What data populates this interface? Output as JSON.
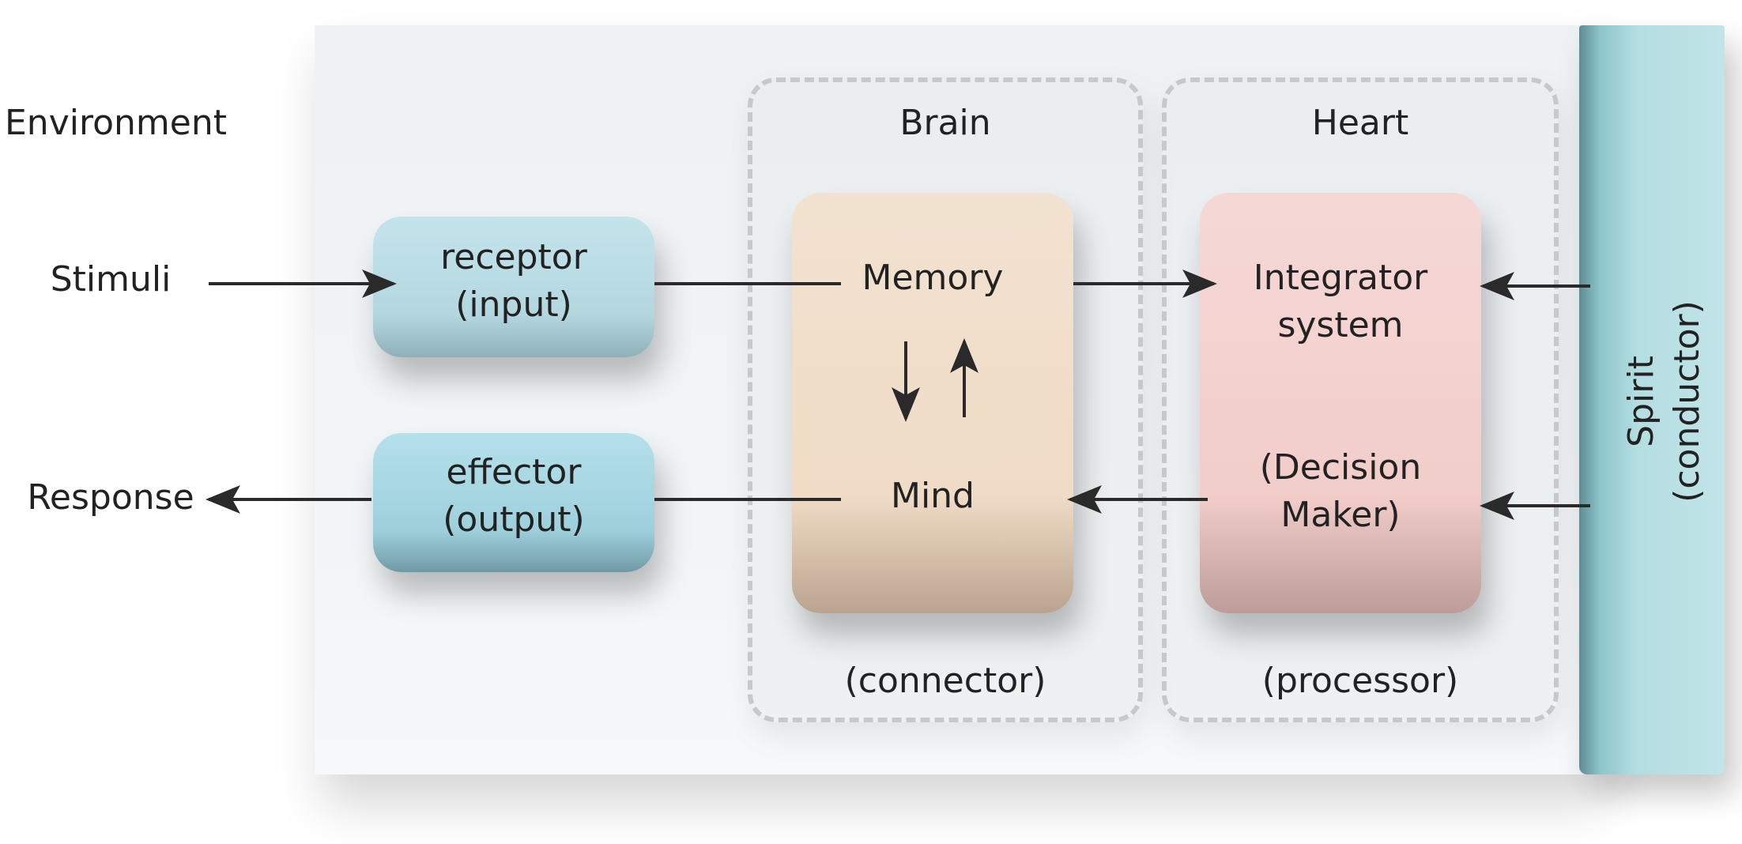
{
  "environment": {
    "label": "Environment"
  },
  "left_labels": {
    "stimuli": "Stimuli",
    "response": "Response"
  },
  "receptor": {
    "line1": "receptor",
    "line2": "(input)"
  },
  "effector": {
    "line1": "effector",
    "line2": "(output)"
  },
  "brain": {
    "title": "Brain",
    "memory": "Memory",
    "mind": "Mind",
    "subtitle": "(connector)"
  },
  "heart": {
    "title": "Heart",
    "integrator_line1": "Integrator",
    "integrator_line2": "system",
    "decision_line1": "(Decision",
    "decision_line2": "Maker)",
    "subtitle": "(processor)"
  },
  "spirit": {
    "line1": "Spirit",
    "line2": "(conductor)"
  },
  "colors": {
    "receptor_fill": "#b9dbe3",
    "effector_fill": "#a6d5e0",
    "brain_fill": "#f1dfca",
    "heart_fill": "#f3d1ce",
    "spirit_fill": "#b4dee2",
    "arrow": "#2a2a2a"
  }
}
